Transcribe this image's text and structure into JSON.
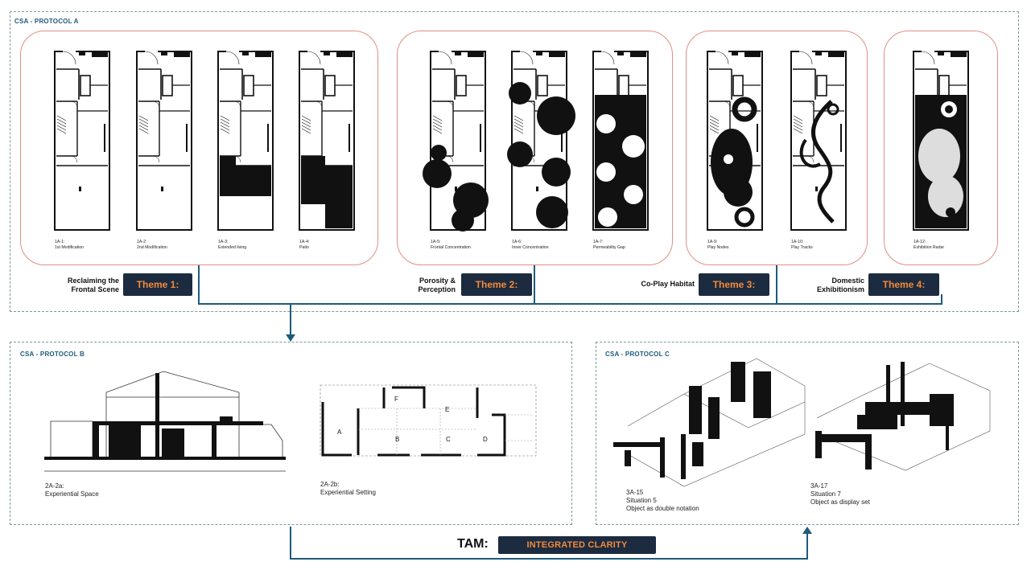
{
  "protocol_a": {
    "title": "CSA - PROTOCOL A",
    "plans": [
      {
        "id": "1A-1:",
        "caption": "1st Modification"
      },
      {
        "id": "1A-2:",
        "caption": "2nd Modification"
      },
      {
        "id": "1A-3:",
        "caption": "Extended living"
      },
      {
        "id": "1A-4:",
        "caption": "Patio"
      },
      {
        "id": "1A-5:",
        "caption": "Frontal Concentration"
      },
      {
        "id": "1A-6:",
        "caption": "Inner Concentration"
      },
      {
        "id": "1A-7:",
        "caption": "Permeability Gap"
      },
      {
        "id": "1A-9:",
        "caption": "Play Nodes"
      },
      {
        "id": "1A-10:",
        "caption": "Play Tracks"
      },
      {
        "id": "1A-12:",
        "caption": "Exhibition Radar"
      }
    ],
    "themes": [
      {
        "text_line1": "Reclaiming the",
        "text_line2": "Frontal Scene",
        "badge": "Theme 1:"
      },
      {
        "text_line1": "Porosity &",
        "text_line2": "Perception",
        "badge": "Theme 2:"
      },
      {
        "text_line1": "Co-Play Habitat",
        "text_line2": "",
        "badge": "Theme 3:"
      },
      {
        "text_line1": "Domestic",
        "text_line2": "Exhibitionism",
        "badge": "Theme 4:"
      }
    ]
  },
  "protocol_b": {
    "title": "CSA - PROTOCOL B",
    "items": [
      {
        "id": "2A-2a:",
        "caption": "Experiential Space"
      },
      {
        "id": "2A-2b:",
        "caption": "Experiential Setting"
      }
    ],
    "room_labels": [
      "A",
      "B",
      "C",
      "D",
      "E",
      "F"
    ]
  },
  "protocol_c": {
    "title": "CSA - PROTOCOL C",
    "items": [
      {
        "id": "3A-15",
        "line2": "Situation 5",
        "line3": "Object as double notation"
      },
      {
        "id": "3A-17",
        "line2": "Situation 7",
        "line3": "Object as display set"
      }
    ]
  },
  "tam": {
    "label": "TAM:",
    "badge": "INTEGRATED CLARITY"
  },
  "colors": {
    "accent": "#1d5b7a",
    "badge_bg": "#1c2b3f",
    "badge_text": "#f28a3c",
    "group_border": "#e08f86"
  }
}
